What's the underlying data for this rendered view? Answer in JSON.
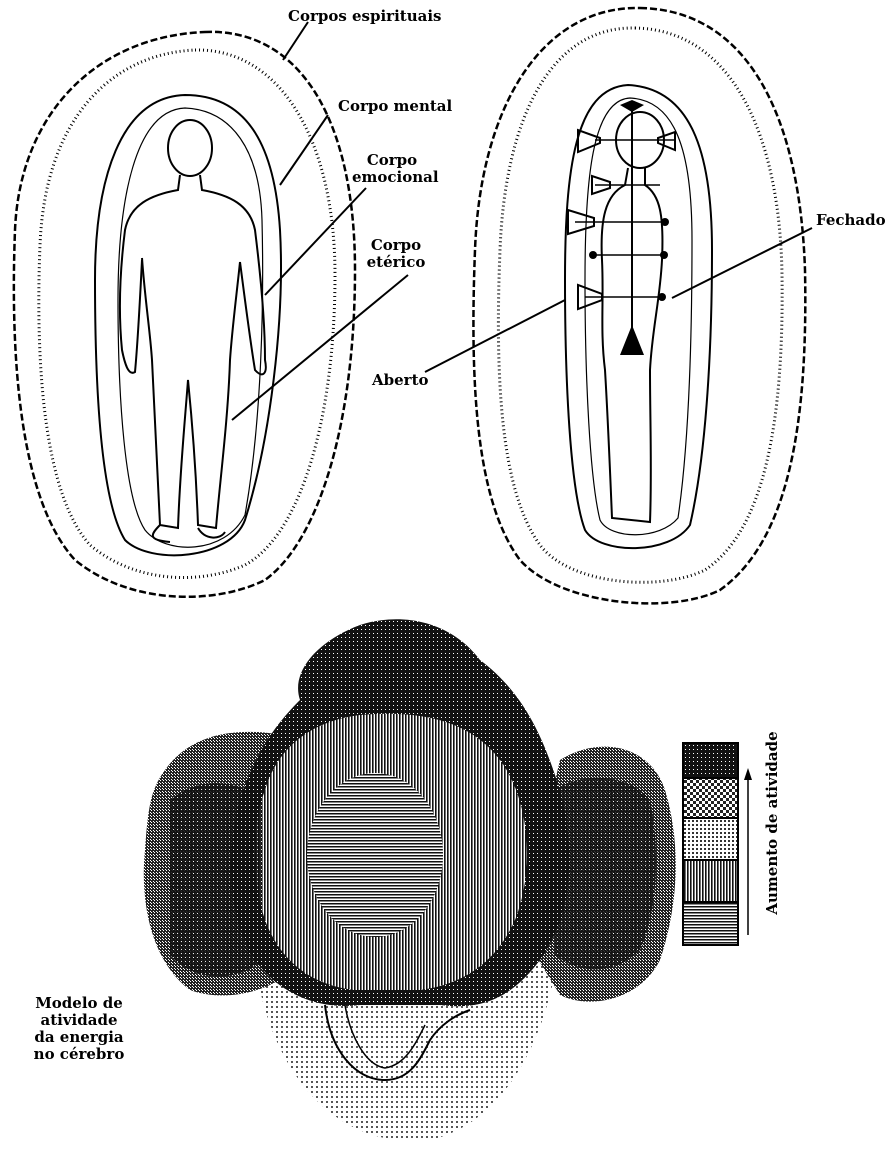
{
  "aura_figure": {
    "labels": {
      "spiritual": "Corpos espirituais",
      "mental": "Corpo mental",
      "emotional_1": "Corpo",
      "emotional_2": "emocional",
      "etheric_1": "Corpo",
      "etheric_2": "etérico",
      "closed": "Fechado",
      "open": "Aberto"
    }
  },
  "brain_figure": {
    "caption_lines": [
      "Modelo de",
      "atividade",
      "da energia",
      "no cérebro"
    ],
    "legend_title": "Aumento de atividade",
    "legend_levels": [
      "dark",
      "checker",
      "dots",
      "dense-hatch",
      "horizontal-lines"
    ]
  },
  "colors": {
    "ink": "#000000",
    "paper": "#ffffff"
  }
}
